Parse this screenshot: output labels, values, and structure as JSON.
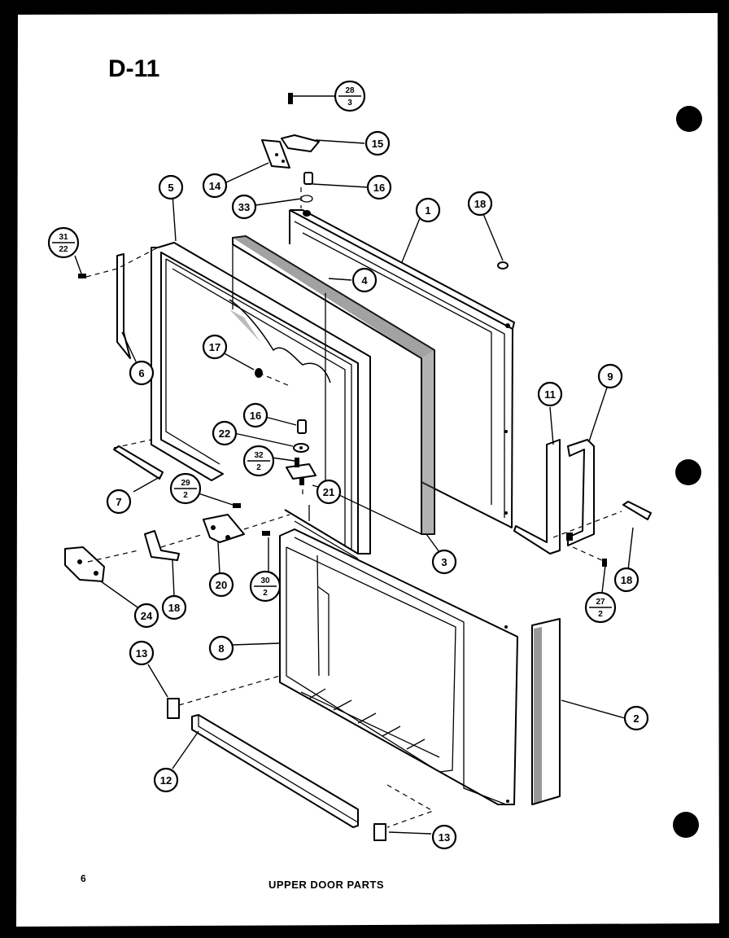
{
  "diagram": {
    "code": "D-11",
    "caption": "UPPER DOOR PARTS",
    "page_number": "6",
    "callouts": [
      {
        "id": "c-28-3",
        "top": "28",
        "bottom": "3"
      },
      {
        "id": "c-15",
        "label": "15"
      },
      {
        "id": "c-14",
        "label": "14"
      },
      {
        "id": "c-16a",
        "label": "16"
      },
      {
        "id": "c-33",
        "label": "33"
      },
      {
        "id": "c-5",
        "label": "5"
      },
      {
        "id": "c-1",
        "label": "1"
      },
      {
        "id": "c-18a",
        "label": "18"
      },
      {
        "id": "c-31-22",
        "top": "31",
        "bottom": "22"
      },
      {
        "id": "c-4",
        "label": "4"
      },
      {
        "id": "c-6",
        "label": "6"
      },
      {
        "id": "c-17",
        "label": "17"
      },
      {
        "id": "c-16b",
        "label": "16"
      },
      {
        "id": "c-22",
        "label": "22"
      },
      {
        "id": "c-32-2",
        "top": "32",
        "bottom": "2"
      },
      {
        "id": "c-11",
        "label": "11"
      },
      {
        "id": "c-9",
        "label": "9"
      },
      {
        "id": "c-7",
        "label": "7"
      },
      {
        "id": "c-29-2",
        "top": "29",
        "bottom": "2"
      },
      {
        "id": "c-21",
        "label": "21"
      },
      {
        "id": "c-3",
        "label": "3"
      },
      {
        "id": "c-20",
        "label": "20"
      },
      {
        "id": "c-30-2",
        "top": "30",
        "bottom": "2"
      },
      {
        "id": "c-18b",
        "label": "18"
      },
      {
        "id": "c-18c",
        "label": "18"
      },
      {
        "id": "c-27-2",
        "top": "27",
        "bottom": "2"
      },
      {
        "id": "c-24",
        "label": "24"
      },
      {
        "id": "c-8",
        "label": "8"
      },
      {
        "id": "c-13a",
        "label": "13"
      },
      {
        "id": "c-2",
        "label": "2"
      },
      {
        "id": "c-12",
        "label": "12"
      },
      {
        "id": "c-13b",
        "label": "13"
      }
    ]
  }
}
